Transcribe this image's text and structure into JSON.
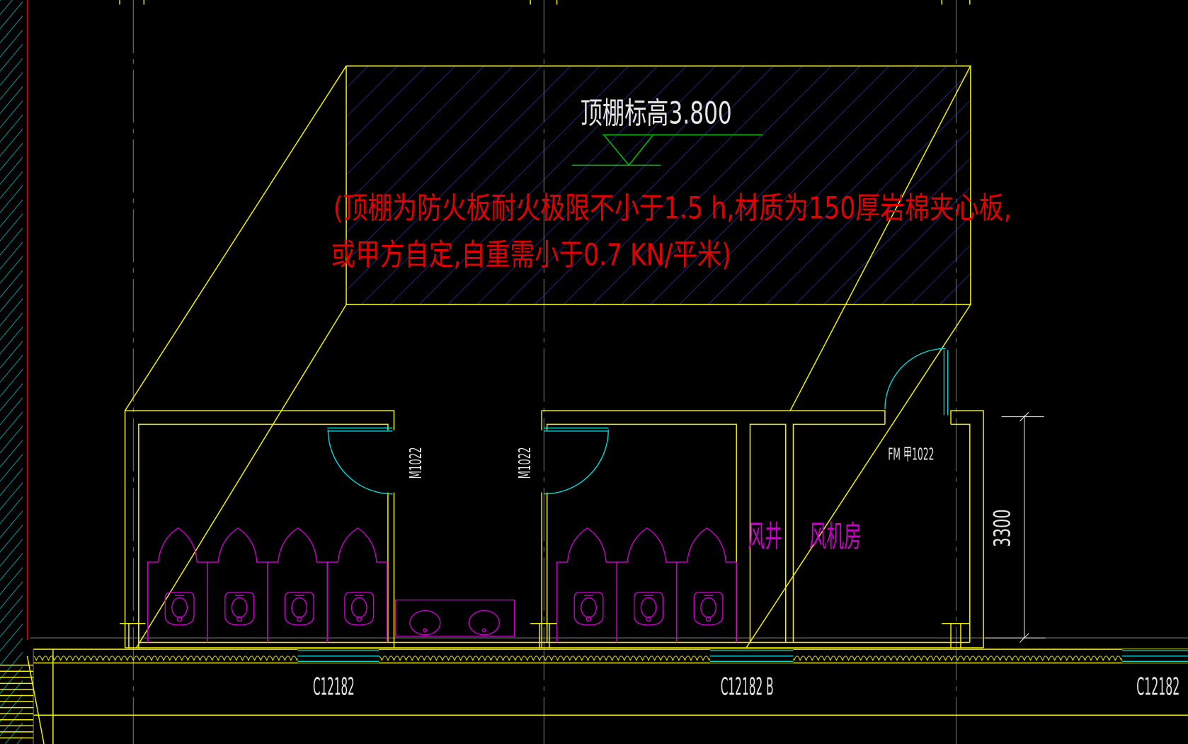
{
  "drawing": {
    "ceiling": {
      "elevation": "顶棚标高3.800",
      "note_line1": "(顶棚为防火板耐火极限不小于1.5 h,材质为150厚岩棉夹心板,",
      "note_line2": "或甲方自定,自重需小于0.7 KN/平米)"
    },
    "doors": {
      "left_toilet": "M1022",
      "right_toilet": "M1022",
      "fan_room": "FM 甲1022"
    },
    "rooms": {
      "shaft": "风井",
      "fan_room": "风机房"
    },
    "dimension": "3300",
    "windows": [
      "C12182",
      "C12182 B",
      "C12182"
    ]
  },
  "colors": {
    "yellow": "#f0f000",
    "magenta": "#c800c8",
    "cyan": "#00d8d8",
    "red": "#e00000",
    "blue": "#3c3cc8",
    "green": "#00c000",
    "grey": "#6a6a6a",
    "white": "#e6e6e6",
    "bg": "#000000"
  }
}
